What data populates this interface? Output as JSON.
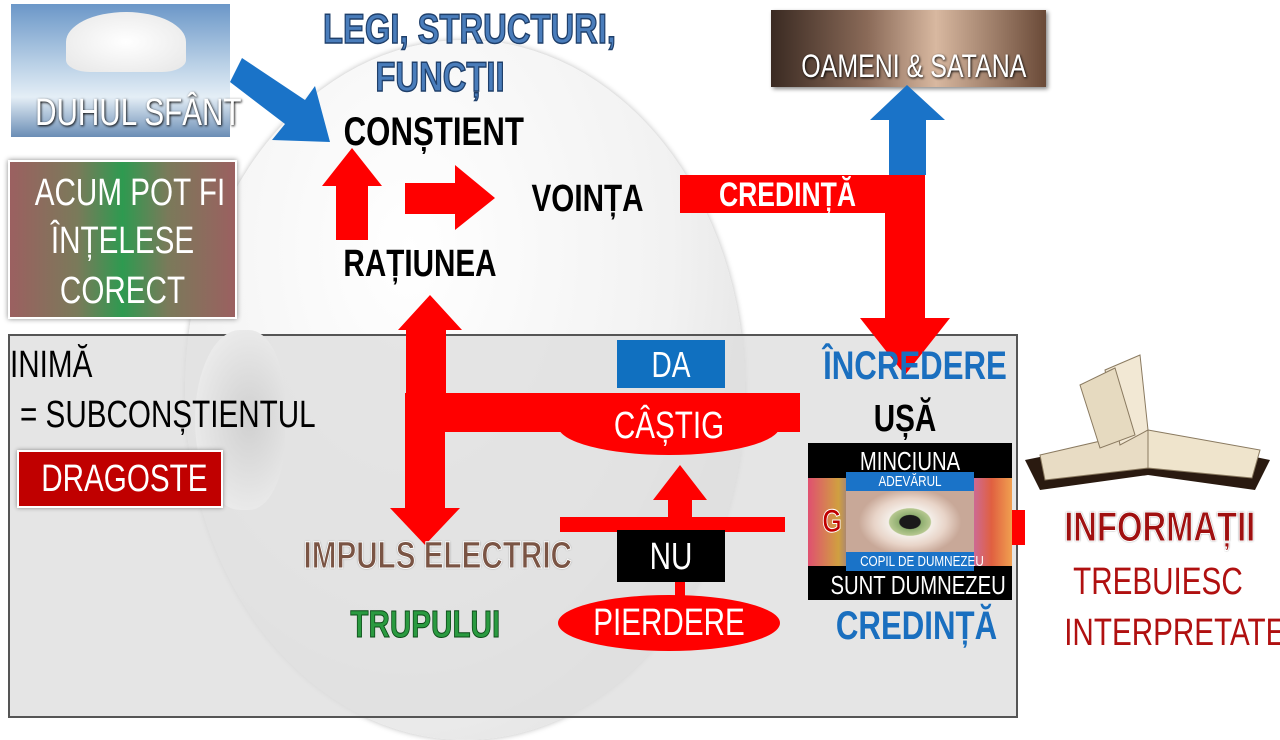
{
  "images": {
    "holy_spirit": "DUHUL SFÂNT",
    "people_satan": "OAMENI & SATANA"
  },
  "head": {
    "title": "LEGI, STRUCTURI,",
    "title2": "FUNCȚII",
    "conscious": "CONȘTIENT",
    "will": "VOINȚA",
    "reason": "RAȚIUNEA",
    "faith_bar": "CREDINȚĂ"
  },
  "note_box": {
    "line1": "ACUM POT FI",
    "line2": "ÎNȚELESE",
    "line3": "CORECT"
  },
  "heart": {
    "line1": "INIMĂ",
    "line2": "= SUBCONȘTIENTUL",
    "love": "DRAGOSTE",
    "yes": "DA",
    "gain": "CÂȘTIG",
    "no": "NU",
    "loss": "PIERDERE",
    "impulse": "IMPULS ELECTRIC",
    "body": "TRUPULUI",
    "trust": "ÎNCREDERE",
    "door": "UȘĂ",
    "faith": "CREDINȚĂ"
  },
  "door_image": {
    "top": "MINCIUNA",
    "truth": "ADEVĂRUL",
    "child": "COPIL DE DUMNEZEU",
    "bottom": "SUNT DUMNEZEU",
    "g_letter": "G"
  },
  "information": {
    "title": "INFORMAȚII",
    "line1": "TREBUIESC",
    "line2": "INTERPRETATE"
  },
  "colors": {
    "arrow_red": "#ff0000",
    "arrow_blue": "#1a73c8",
    "text_blue": "#1a6fbf"
  }
}
